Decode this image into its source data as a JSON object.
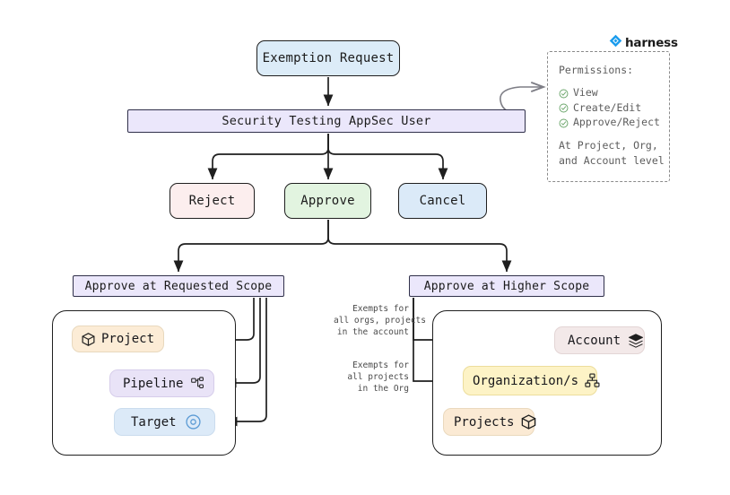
{
  "brand": {
    "name": "harness",
    "logo_icon": "harness-diamond-icon",
    "color": "#1a9ced"
  },
  "flow": {
    "start": {
      "label": "Exemption Request",
      "color": "#dcecf8"
    },
    "actor": {
      "label": "Security Testing AppSec User",
      "color": "#ebe7fb"
    },
    "actions": [
      {
        "label": "Reject",
        "color": "#fceeee"
      },
      {
        "label": "Approve",
        "color": "#e2f4e0"
      },
      {
        "label": "Cancel",
        "color": "#dbeaf8"
      }
    ],
    "scopes": [
      {
        "label": "Approve at Requested Scope",
        "color": "#ebe7fb"
      },
      {
        "label": "Approve at Higher Scope",
        "color": "#ebe7fb"
      }
    ]
  },
  "requested_scope": {
    "items": [
      {
        "label": "Project",
        "icon": "cube-icon",
        "color": "#fcecd6"
      },
      {
        "label": "Pipeline",
        "icon": "node-tree-icon",
        "color": "#e9e3f7"
      },
      {
        "label": "Target",
        "icon": "target-circle-icon",
        "color": "#dceaf8"
      }
    ]
  },
  "higher_scope": {
    "items": [
      {
        "label": "Account",
        "icon": "layers-icon",
        "color": "#f3e9e9"
      },
      {
        "label": "Organization/s",
        "icon": "org-chart-icon",
        "color": "#fdf3c6"
      },
      {
        "label": "Projects",
        "icon": "cube-icon",
        "color": "#fbead4"
      }
    ],
    "notes": [
      "Exempts for\nall orgs, projects\nin the account",
      "Exempts for\nall projects\nin the Org"
    ]
  },
  "permissions": {
    "title": "Permissions:",
    "items": [
      {
        "label": "View",
        "icon": "check-circle-icon"
      },
      {
        "label": "Create/Edit",
        "icon": "check-circle-icon"
      },
      {
        "label": "Approve/Reject",
        "icon": "check-circle-icon"
      }
    ],
    "footer": "At Project, Org,\nand Account level",
    "check_color": "#6aa56a",
    "border_color": "#8a8a8a"
  }
}
